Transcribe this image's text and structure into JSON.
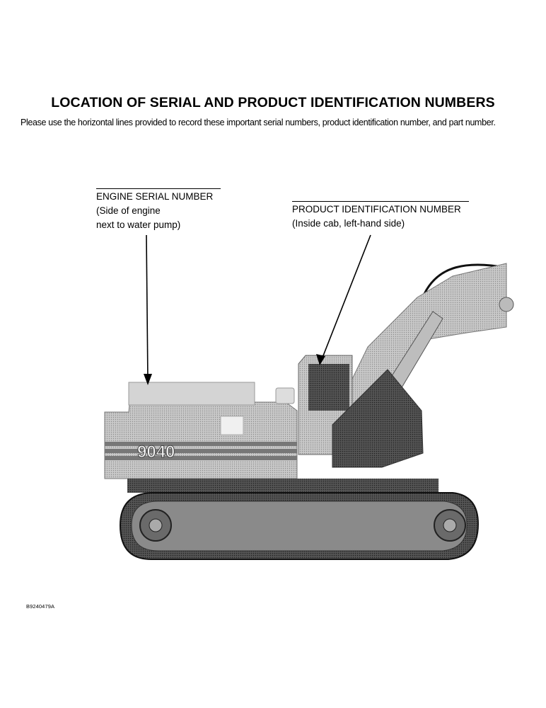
{
  "title": "LOCATION OF SERIAL AND PRODUCT IDENTIFICATION NUMBERS",
  "intro": "Please use the horizontal lines provided to record these important serial numbers, product identification number, and part number.",
  "callouts": {
    "engine": {
      "label": "ENGINE SERIAL NUMBER",
      "line1": "(Side of engine",
      "line2": "next to water pump)"
    },
    "pin": {
      "label": "PRODUCT IDENTIFICATION NUMBER",
      "line1": "(Inside cab, left-hand side)"
    }
  },
  "machine": {
    "model_badge": "9040"
  },
  "figure_id": "B9240479A"
}
